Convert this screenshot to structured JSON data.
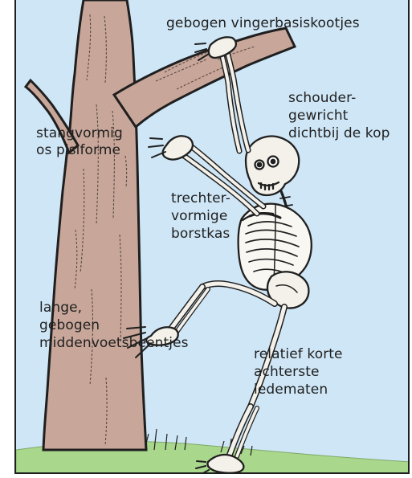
{
  "labels": {
    "finger": "gebogen vingerbasiskootjes",
    "shoulder": "schouder-\ngewricht\ndichtbij de kop",
    "pisiform": "stangvormig\nos pisiforme",
    "chest": "trechter-\nvormige\nborstkas",
    "metatarsal": "lange,\ngebogen\nmiddenvoetsbeentjes",
    "limbs": "relatief korte\nachterste\nledematen"
  },
  "colors": {
    "sky": "#cfe6f6",
    "bark": "#c8a79a",
    "bark_dark": "#8f6b60",
    "grass": "#a9d78b",
    "bone": "#f4f1ea",
    "ink": "#1f1f1f"
  }
}
